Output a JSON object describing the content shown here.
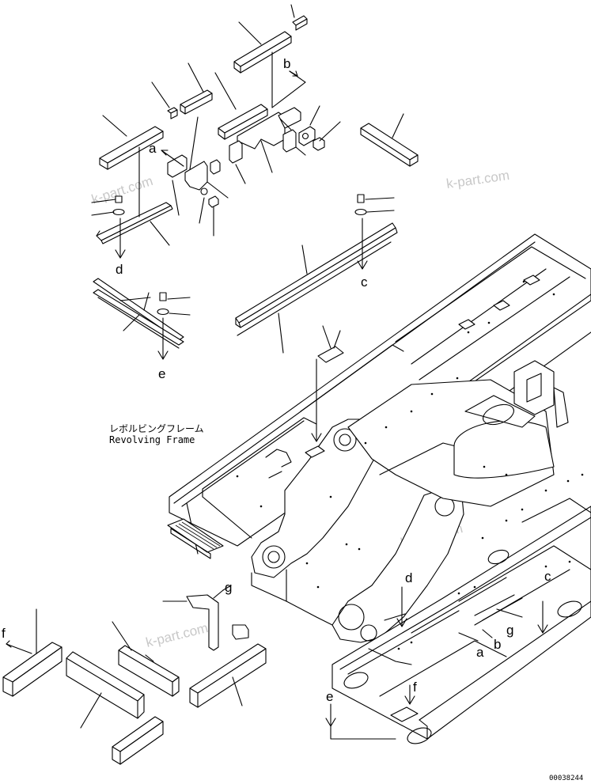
{
  "diagram": {
    "frame_label_jp": "レボルビングフレーム",
    "frame_label_en": "Revolving Frame",
    "drawing_code": "00038244",
    "watermark": "k-part.com",
    "callouts": {
      "a": "a",
      "b": "b",
      "c": "c",
      "d": "d",
      "e": "e",
      "f": "f",
      "g": "g"
    }
  }
}
